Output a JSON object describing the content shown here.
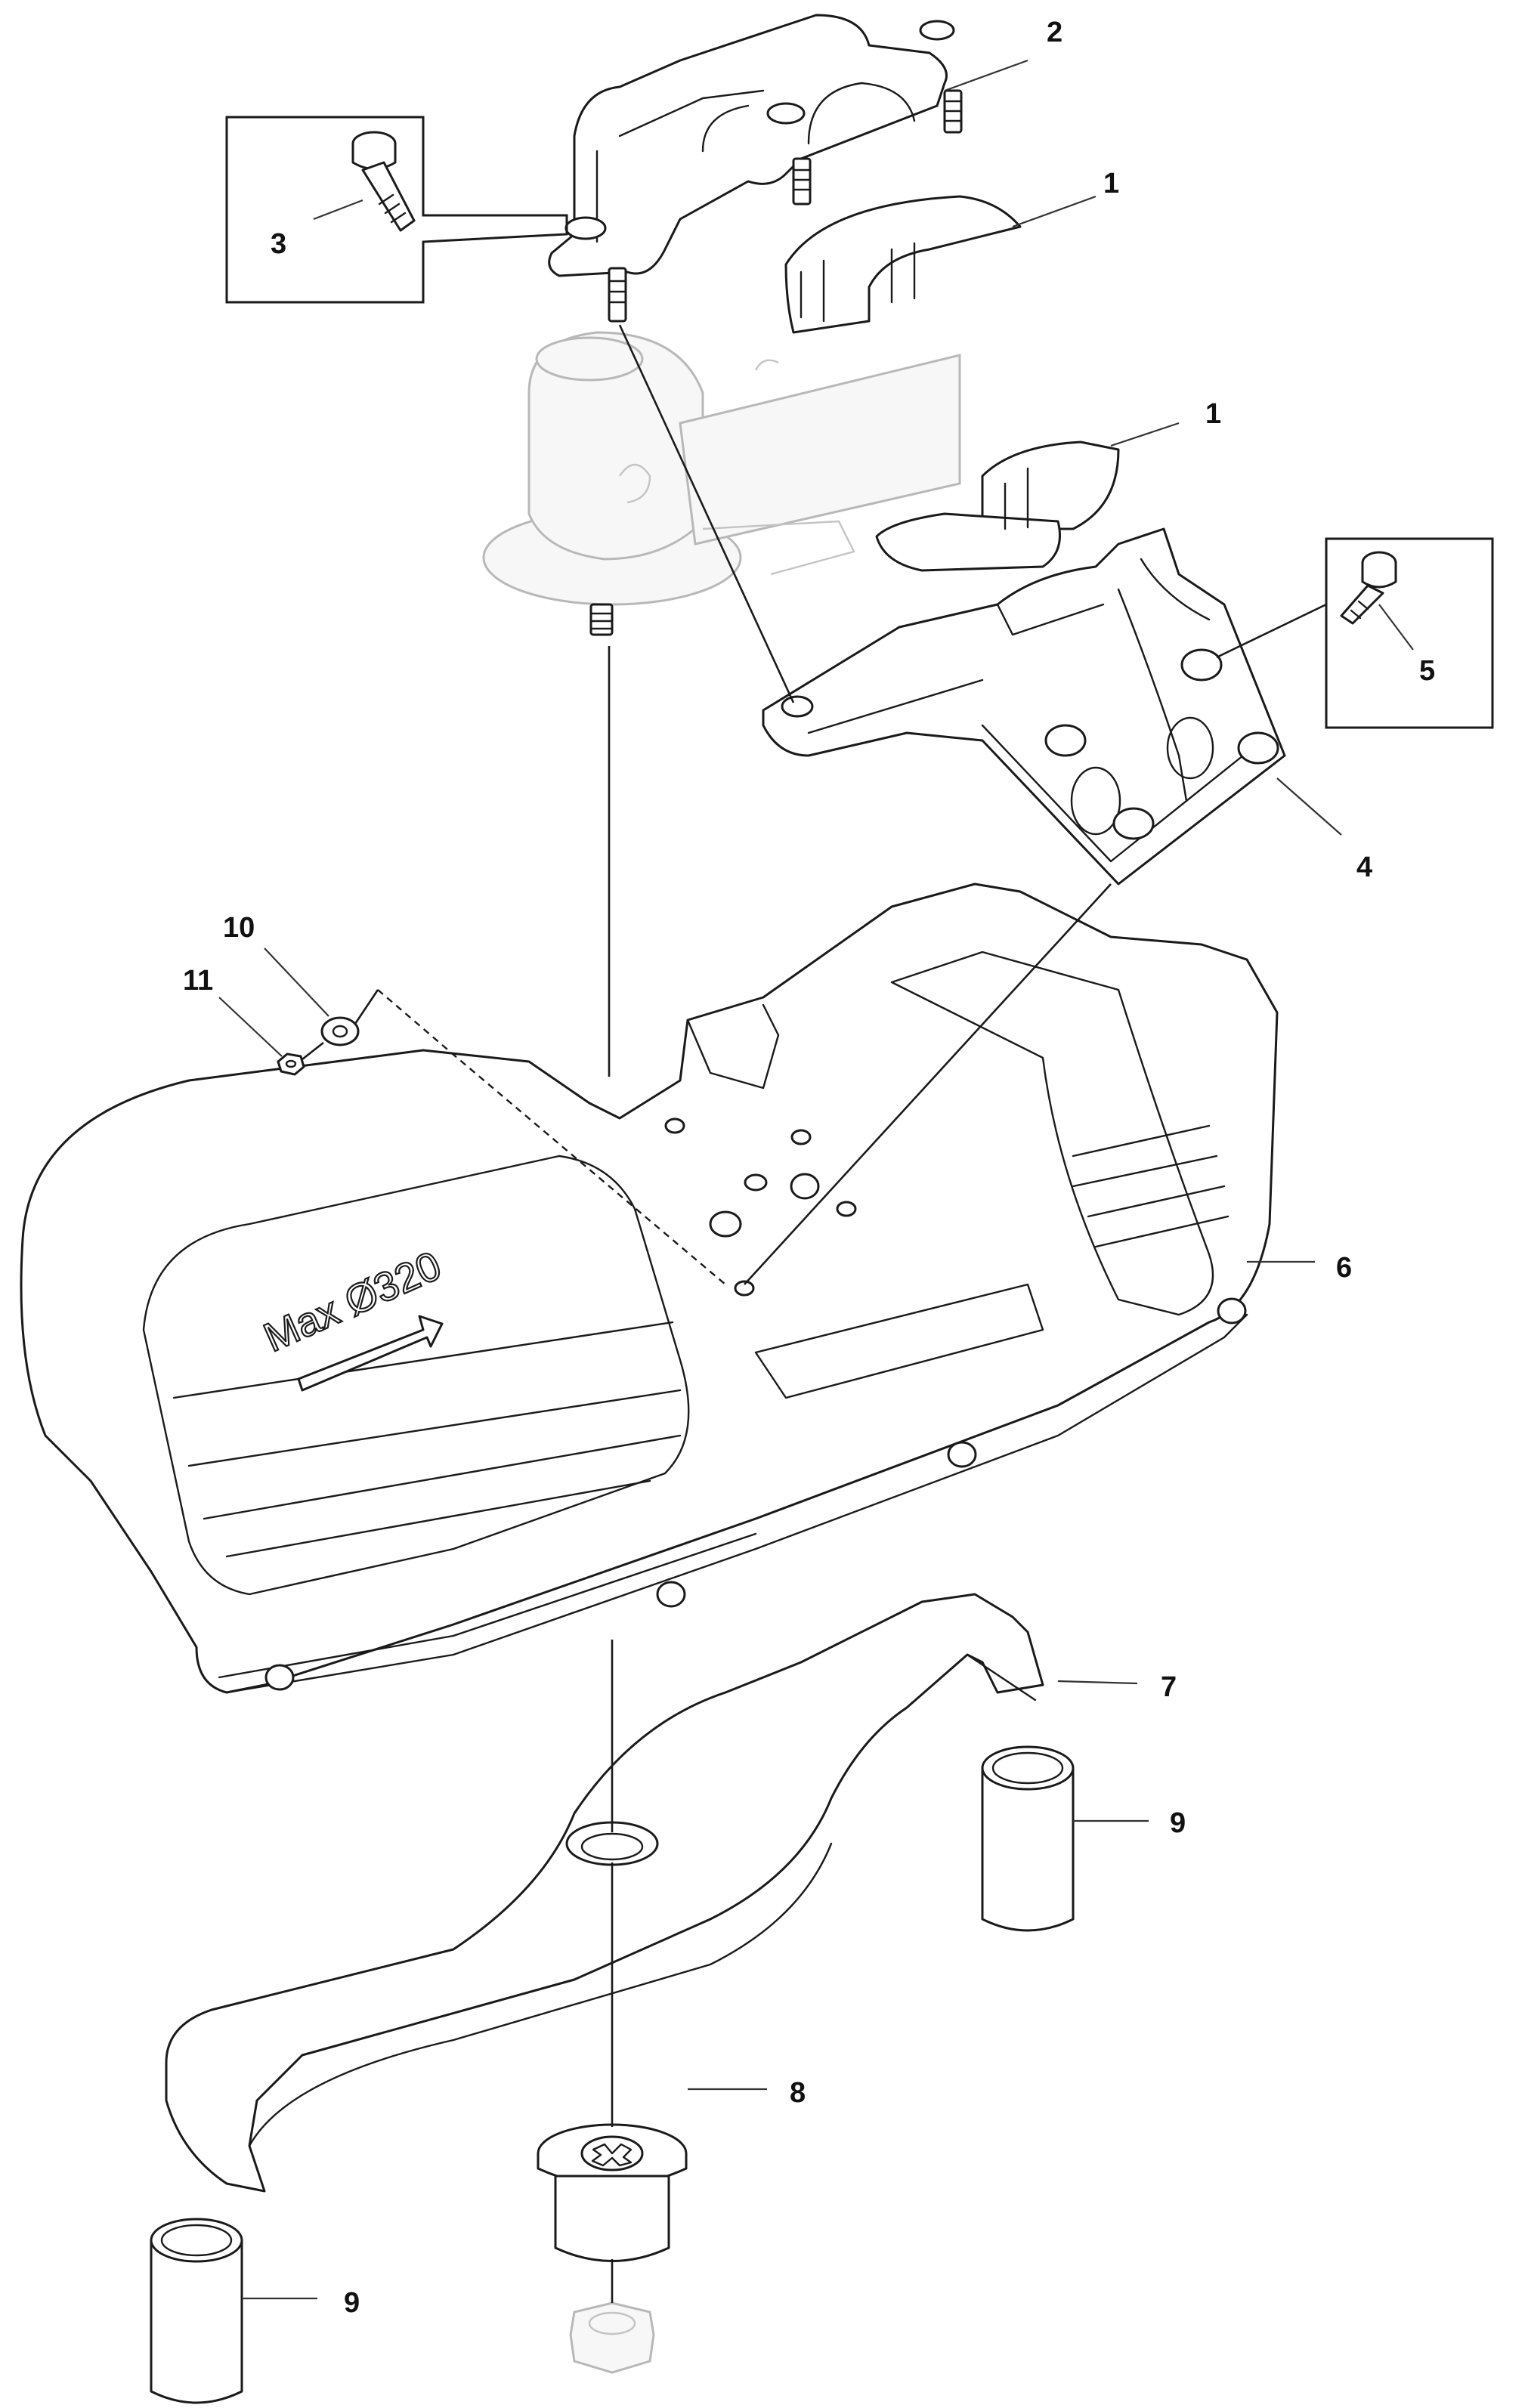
{
  "callouts": [
    {
      "id": "c1a",
      "label": "1"
    },
    {
      "id": "c1b",
      "label": "1"
    },
    {
      "id": "c2",
      "label": "2"
    },
    {
      "id": "c3",
      "label": "3"
    },
    {
      "id": "c4",
      "label": "4"
    },
    {
      "id": "c5",
      "label": "5"
    },
    {
      "id": "c6",
      "label": "6"
    },
    {
      "id": "c7",
      "label": "7"
    },
    {
      "id": "c8",
      "label": "8"
    },
    {
      "id": "c9a",
      "label": "9"
    },
    {
      "id": "c9b",
      "label": "9"
    },
    {
      "id": "c10",
      "label": "10"
    },
    {
      "id": "c11",
      "label": "11"
    }
  ],
  "guard_marking": "Max Ø320",
  "colors": {
    "line": "#1a1a1a",
    "ghost": "#b8b8b8",
    "background": "#ffffff"
  }
}
